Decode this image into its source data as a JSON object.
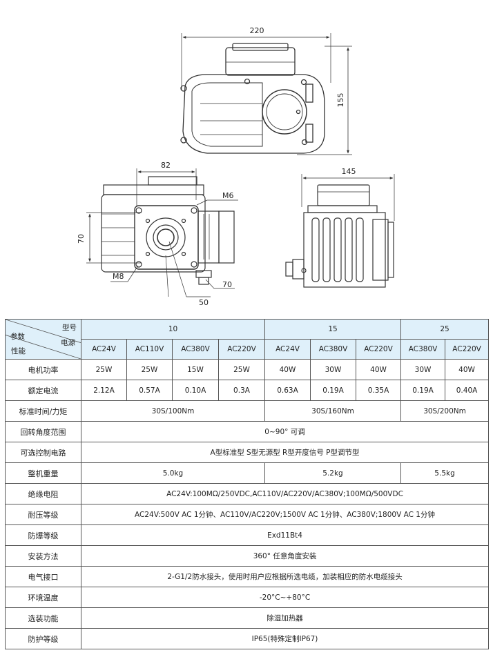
{
  "drawing": {
    "dims": {
      "top_width": "220",
      "top_height": "155",
      "front_width": "82",
      "front_height": "70",
      "thread": "M6",
      "bolt": "M8",
      "circle": "50",
      "offset": "70",
      "side_width": "145"
    }
  },
  "table": {
    "corner": {
      "model": "型号",
      "param": "参数",
      "power": "电源",
      "perf": "性能"
    },
    "models": [
      "10",
      "15",
      "25"
    ],
    "voltages": [
      "AC24V",
      "AC110V",
      "AC380V",
      "AC220V",
      "AC24V",
      "AC380V",
      "AC220V",
      "AC380V",
      "AC220V"
    ],
    "rows": [
      {
        "label": "电机功率",
        "cells": [
          "25W",
          "25W",
          "15W",
          "25W",
          "40W",
          "30W",
          "40W",
          "30W",
          "40W"
        ]
      },
      {
        "label": "额定电流",
        "cells": [
          "2.12A",
          "0.57A",
          "0.10A",
          "0.3A",
          "0.63A",
          "0.19A",
          "0.35A",
          "0.19A",
          "0.40A"
        ]
      },
      {
        "label": "标准时间/力矩",
        "groups": [
          "30S/100Nm",
          "30S/160Nm",
          "30S/200Nm"
        ]
      },
      {
        "label": "回转角度范围",
        "span": "0~90° 可调"
      },
      {
        "label": "可选控制电路",
        "span": "A型标准型   S型无源型   R型开度信号   P型调节型"
      },
      {
        "label": "整机重量",
        "groups": [
          "5.0kg",
          "5.2kg",
          "5.5kg"
        ]
      },
      {
        "label": "绝缘电阻",
        "span": "AC24V:100MΩ/250VDC,AC110V/AC220V/AC380V;100MΩ/500VDC"
      },
      {
        "label": "耐压等级",
        "span": "AC24V:500V AC 1分钟、AC110V/AC220V;1500V AC 1分钟、AC380V;1800V AC 1分钟"
      },
      {
        "label": "防爆等级",
        "span": "Exd11Bt4"
      },
      {
        "label": "安装方法",
        "span": "360° 任意角度安装"
      },
      {
        "label": "电气接口",
        "span": "2-G1/2防水接头，使用时用户应根据所选电缆，加装相应的防水电缆接头"
      },
      {
        "label": "环境温度",
        "span": "-20°C~+80°C"
      },
      {
        "label": "选装功能",
        "span": "除湿加热器"
      },
      {
        "label": "防护等级",
        "span": "IP65(特殊定制IP67)"
      }
    ]
  }
}
